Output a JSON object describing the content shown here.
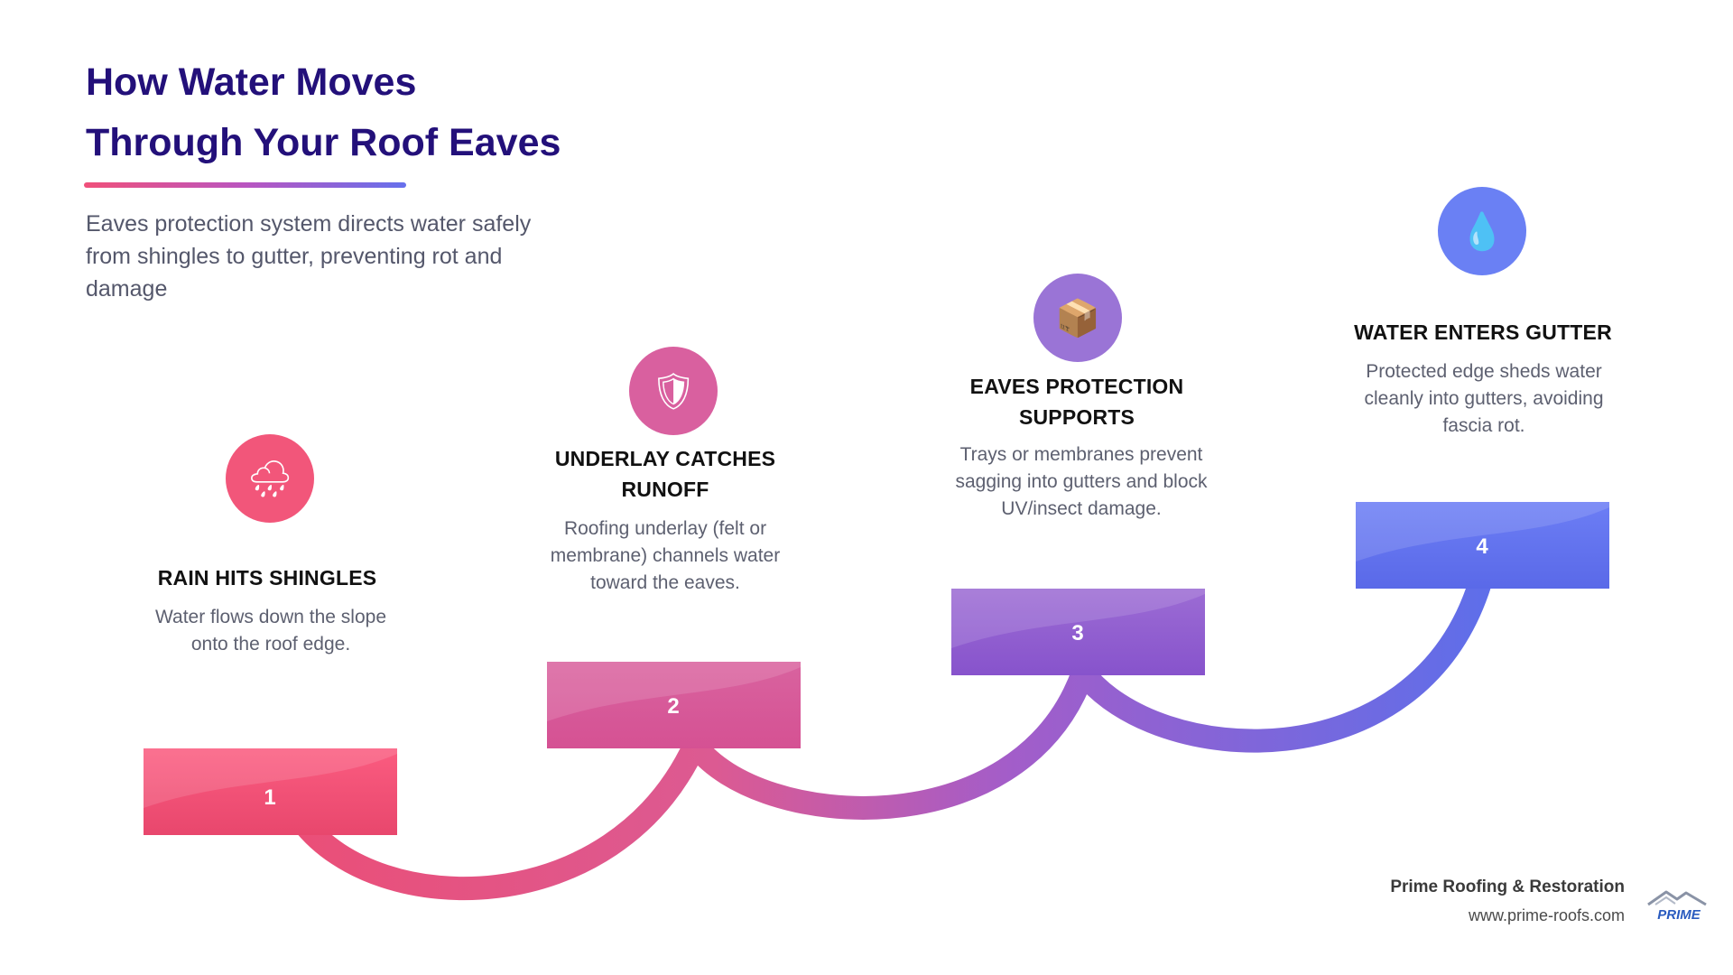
{
  "header": {
    "title_line1": "How Water Moves",
    "title_line2": "Through Your Roof Eaves",
    "subtitle": "Eaves protection system directs water safely from shingles to gutter, preventing rot and damage"
  },
  "steps": [
    {
      "number": "1",
      "heading": "RAIN HITS SHINGLES",
      "description": "Water flows down the slope onto the roof edge.",
      "icon": "rain-cloud-icon",
      "glyph": "🌧",
      "color": "#f2567a"
    },
    {
      "number": "2",
      "heading": "UNDERLAY CATCHES RUNOFF",
      "description": "Roofing underlay (felt or membrane) channels water toward the eaves.",
      "icon": "shield-icon",
      "glyph": "🛡",
      "color": "#d9609f"
    },
    {
      "number": "3",
      "heading": "EAVES PROTECTION SUPPORTS",
      "description": "Trays or membranes prevent sagging into gutters and block UV/insect damage.",
      "icon": "package-icon",
      "glyph": "📦",
      "color": "#9a74d6"
    },
    {
      "number": "4",
      "heading": "WATER ENTERS GUTTER",
      "description": "Protected edge sheds water cleanly into gutters, avoiding fascia rot.",
      "icon": "water-drop-icon",
      "glyph": "💧",
      "color": "#6a80f4"
    }
  ],
  "footer": {
    "company": "Prime Roofing & Restoration",
    "url": "www.prime-roofs.com",
    "logo_text": "PRIME"
  },
  "colors": {
    "title": "#23107a",
    "step1": "#f2567a",
    "step2": "#d65a96",
    "step3": "#8f5fd2",
    "step4": "#6374ee"
  }
}
